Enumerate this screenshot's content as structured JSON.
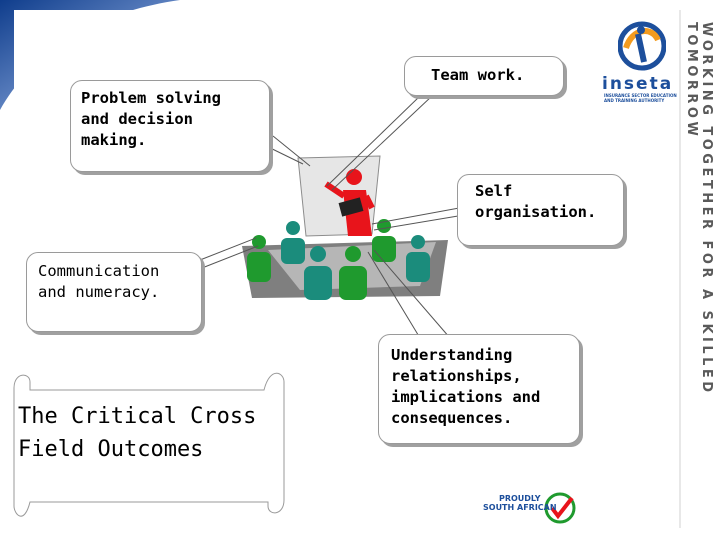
{
  "bubbles": {
    "problem_solving": "Problem solving\nand decision\nmaking.",
    "team_work": "Team work.",
    "self_organisation": "Self\norganisation.",
    "communication": "Communication\nand numeracy.",
    "understanding": "Understanding\nrelationships,\nimplications and\nconsequences."
  },
  "scroll_title": "The Critical Cross\nField Outcomes",
  "side_banner": "WORKING TOGETHER FOR A SKILLED TOMORROW",
  "logo": {
    "name": "inseta",
    "subtitle": "INSURANCE SECTOR EDUCATION AND TRAINING AUTHORITY"
  },
  "proudly_sa": "PROUDLY\nSOUTH AFRICAN",
  "colors": {
    "presenter": "#e8141b",
    "attendee_green": "#1f9a2e",
    "attendee_teal": "#1b8c7c",
    "swoosh_blue": "#1f4fa0",
    "logo_blue": "#1d4f9c",
    "logo_orange": "#f39b1e"
  }
}
